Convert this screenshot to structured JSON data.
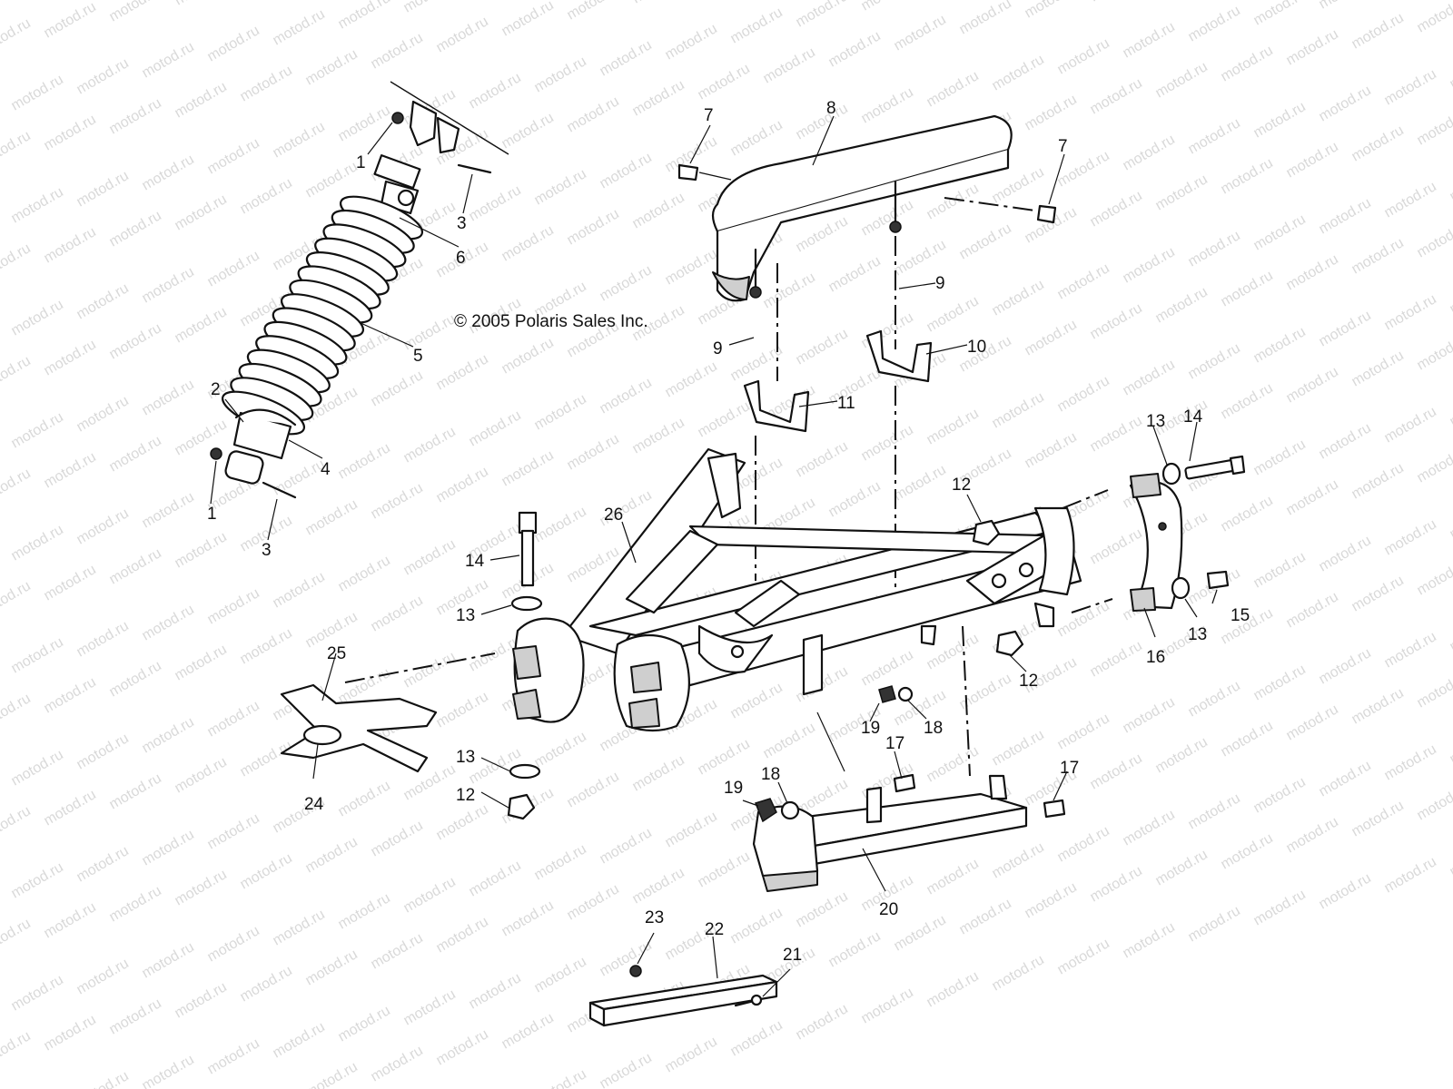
{
  "copyright": "© 2005 Polaris Sales Inc.",
  "watermark": "motod.ru",
  "callouts": {
    "c1a": "1",
    "c1b": "1",
    "c2": "2",
    "c3a": "3",
    "c3b": "3",
    "c4": "4",
    "c5": "5",
    "c6": "6",
    "c7a": "7",
    "c7b": "7",
    "c8": "8",
    "c9a": "9",
    "c9b": "9",
    "c10": "10",
    "c11": "11",
    "c12a": "12",
    "c12b": "12",
    "c12c": "12",
    "c13a": "13",
    "c13b": "13",
    "c13c": "13",
    "c13d": "13",
    "c14a": "14",
    "c14b": "14",
    "c15": "15",
    "c16": "16",
    "c17a": "17",
    "c17b": "17",
    "c18a": "18",
    "c18b": "18",
    "c19a": "19",
    "c19b": "19",
    "c20": "20",
    "c21": "21",
    "c22": "22",
    "c23": "23",
    "c24": "24",
    "c25": "25",
    "c26": "26"
  }
}
